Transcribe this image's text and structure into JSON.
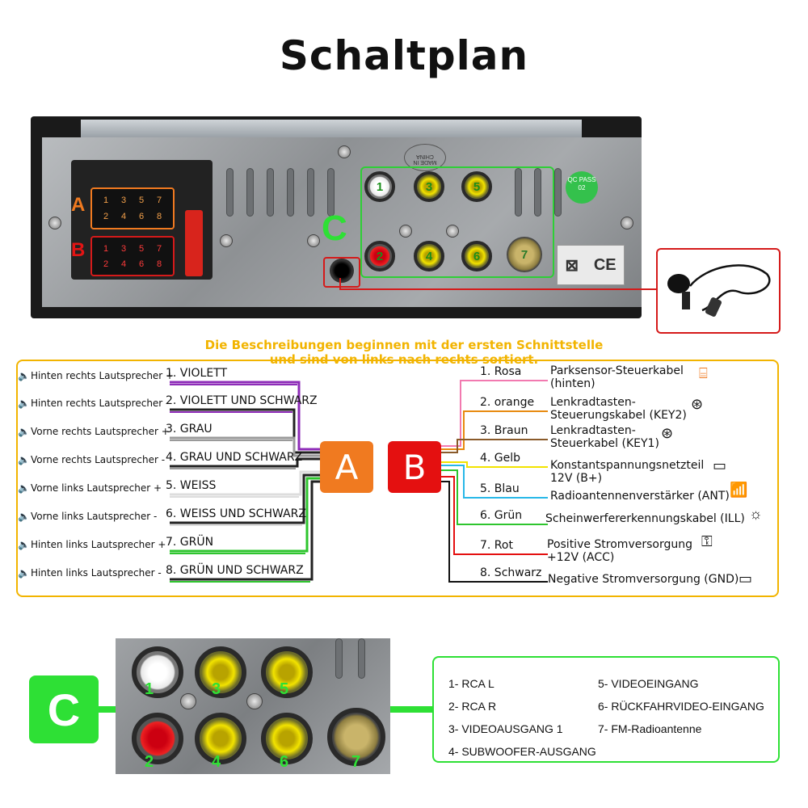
{
  "title": "Schaltplan",
  "unit": {
    "connector_a_label": "A",
    "connector_b_label": "B",
    "connector_c_label": "C",
    "pins_top": [
      "1",
      "3",
      "5",
      "7"
    ],
    "pins_bottom": [
      "2",
      "4",
      "6",
      "8"
    ],
    "rca_numbers": [
      "1",
      "3",
      "5",
      "2",
      "4",
      "6",
      "7"
    ],
    "made_in": "MADE IN CHINA",
    "qc": "QC PASS 02",
    "cert": [
      "⊠",
      "CE"
    ]
  },
  "subtitle": {
    "line1": "Die Beschreibungen beginnen mit der ersten Schnittstelle",
    "line2": "und sind von links nach rechts sortiert."
  },
  "connector_a": {
    "label": "A",
    "color": "#f07a20",
    "speakers": [
      "Hinten rechts Lautsprecher +",
      "Hinten rechts Lautsprecher -",
      "Vorne rechts Lautsprecher +",
      "Vorne rechts Lautsprecher -",
      "Vorne links Lautsprecher +",
      "Vorne links Lautsprecher -",
      "Hinten links Lautsprecher +",
      "Hinten links Lautsprecher -"
    ],
    "wires": [
      {
        "label": "1. VIOLETT",
        "color": "#8e2cb8",
        "stripe": "#8e2cb8"
      },
      {
        "label": "2. VIOLETT UND SCHWARZ",
        "color": "#8e2cb8",
        "stripe": "#222222"
      },
      {
        "label": "3. GRAU",
        "color": "#9a9a9a",
        "stripe": "#9a9a9a"
      },
      {
        "label": "4. GRAU UND SCHWARZ",
        "color": "#9a9a9a",
        "stripe": "#222222"
      },
      {
        "label": "5. WEISS",
        "color": "#dddddd",
        "stripe": "#dddddd"
      },
      {
        "label": "6. WEISS UND SCHWARZ",
        "color": "#dddddd",
        "stripe": "#222222"
      },
      {
        "label": "7. GRÜN",
        "color": "#2ec52e",
        "stripe": "#2ec52e"
      },
      {
        "label": "8. GRÜN UND SCHWARZ",
        "color": "#2ec52e",
        "stripe": "#222222"
      }
    ]
  },
  "connector_b": {
    "label": "B",
    "color": "#e41010",
    "wires": [
      {
        "label": "1. Rosa",
        "color": "#f27ab0",
        "desc1": "Parksensor-Steuerkabel",
        "desc2": "(hinten)",
        "icon": "⌸",
        "icon_name": "parking-light-icon",
        "icon_color": "#f07a20"
      },
      {
        "label": "2. orange",
        "color": "#e88a10",
        "desc1": "Lenkradtasten-",
        "desc2": "Steuerungskabel (KEY2)",
        "icon": "⊛",
        "icon_name": "steering-wheel-icon",
        "icon_color": "#111111"
      },
      {
        "label": "3. Braun",
        "color": "#8a5a2a",
        "desc1": "Lenkradtasten-",
        "desc2": "Steuerkabel (KEY1)",
        "icon": "⊛",
        "icon_name": "steering-wheel-icon",
        "icon_color": "#111111"
      },
      {
        "label": "4. Gelb",
        "color": "#f2e300",
        "desc1": "Konstantspannungsnetzteil",
        "desc2": "12V (B+)",
        "icon": "▭",
        "icon_name": "battery-icon",
        "icon_color": "#111111"
      },
      {
        "label": "5. Blau",
        "color": "#28b8e8",
        "desc1": "Radioantennenverstärker (ANT)",
        "desc2": "",
        "icon": "📶",
        "icon_name": "antenna-icon",
        "icon_color": "#111111"
      },
      {
        "label": "6. Grün",
        "color": "#2ec52e",
        "desc1": "Scheinwerfererkennungskabel (ILL)",
        "desc2": "",
        "icon": "☼",
        "icon_name": "light-icon",
        "icon_color": "#111111"
      },
      {
        "label": "7. Rot",
        "color": "#e41010",
        "desc1": "Positive Stromversorgung",
        "desc2": "+12V (ACC)",
        "icon": "⚿",
        "icon_name": "key-icon",
        "icon_color": "#111111"
      },
      {
        "label": "8. Schwarz",
        "color": "#111111",
        "desc1": "Negative Stromversorgung (GND)",
        "desc2": "",
        "icon": "▭",
        "icon_name": "battery-icon",
        "icon_color": "#111111"
      }
    ]
  },
  "connector_c": {
    "label": "C",
    "color": "#2ee035",
    "photo_numbers": [
      "1",
      "3",
      "5",
      "2",
      "4",
      "6",
      "7"
    ],
    "items": [
      "1-  RCA L",
      "2-  RCA R",
      "3-  VIDEOAUSGANG 1",
      "4-  SUBWOOFER-AUSGANG",
      "5- VIDEOEINGANG",
      "6- RÜCKFAHRVIDEO-EINGANG",
      "7- FM-Radioantenne"
    ]
  }
}
